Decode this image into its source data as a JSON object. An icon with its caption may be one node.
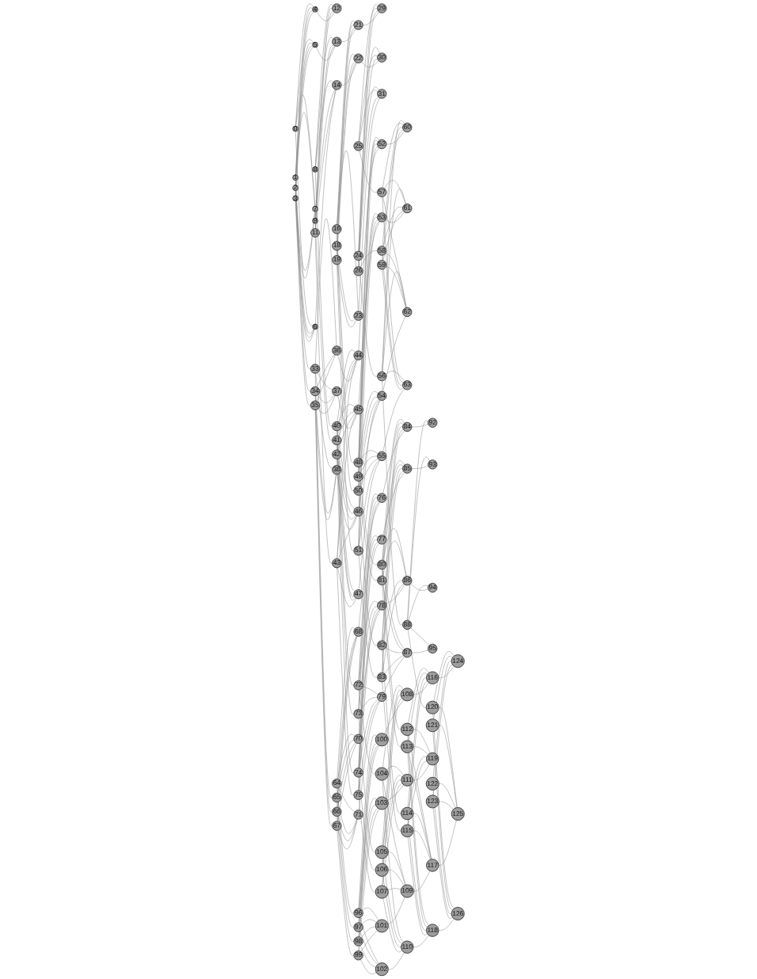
{
  "diagram": {
    "nodes": [
      {
        "text": [
          "0"
        ]
      },
      {
        "text": [
          "1"
        ]
      },
      {
        "text": [
          "2"
        ]
      },
      {
        "text": [
          "3"
        ]
      },
      {
        "text": [
          "4"
        ]
      },
      {
        "text": [
          "5"
        ]
      },
      {
        "text": [
          "6"
        ]
      },
      {
        "text": [
          "7"
        ]
      },
      {
        "text": [
          "8"
        ]
      },
      {
        "text": [
          "9"
        ]
      },
      {
        "text": [
          "11"
        ]
      },
      {
        "text": [
          "12"
        ]
      },
      {
        "text": [
          "13"
        ]
      },
      {
        "text": [
          "14"
        ]
      },
      {
        "text": [
          "16"
        ]
      },
      {
        "text": [
          "18"
        ]
      },
      {
        "text": [
          "19"
        ]
      },
      {
        "text": [
          "21"
        ]
      },
      {
        "text": [
          "22"
        ]
      },
      {
        "text": [
          "23"
        ]
      },
      {
        "text": [
          "24"
        ]
      },
      {
        "text": [
          "25"
        ]
      },
      {
        "text": [
          "26"
        ]
      },
      {
        "text": [
          "29"
        ]
      },
      {
        "text": [
          "30"
        ]
      },
      {
        "text": [
          "31"
        ]
      },
      {
        "text": [
          "33"
        ]
      },
      {
        "text": [
          "34"
        ]
      },
      {
        "text": [
          "35"
        ]
      },
      {
        "text": [
          "36"
        ]
      },
      {
        "text": [
          "37"
        ]
      },
      {
        "text": [
          "38"
        ]
      },
      {
        "text": [
          "40"
        ]
      },
      {
        "text": [
          "41"
        ]
      },
      {
        "text": [
          "42"
        ]
      },
      {
        "text": [
          "43"
        ]
      },
      {
        "text": [
          "44"
        ]
      },
      {
        "text": [
          "45"
        ]
      },
      {
        "text": [
          "46"
        ]
      },
      {
        "text": [
          "47"
        ]
      },
      {
        "text": [
          "48"
        ]
      },
      {
        "text": [
          "49"
        ]
      },
      {
        "text": [
          "50"
        ]
      },
      {
        "text": [
          "51"
        ]
      },
      {
        "text": [
          "52"
        ]
      },
      {
        "text": [
          "53"
        ]
      },
      {
        "text": [
          "54"
        ]
      },
      {
        "text": [
          "55"
        ]
      },
      {
        "text": [
          "56"
        ]
      },
      {
        "text": [
          "57"
        ]
      },
      {
        "text": [
          "58"
        ]
      },
      {
        "text": [
          "59"
        ]
      },
      {
        "text": [
          "60"
        ]
      },
      {
        "text": [
          "61"
        ]
      },
      {
        "text": [
          "62"
        ]
      },
      {
        "text": [
          "63"
        ]
      },
      {
        "text": [
          "64"
        ]
      },
      {
        "text": [
          "65"
        ]
      },
      {
        "text": [
          "66"
        ]
      },
      {
        "text": [
          "67"
        ]
      },
      {
        "text": [
          "68"
        ]
      },
      {
        "text": [
          "70"
        ]
      },
      {
        "text": [
          "71"
        ]
      },
      {
        "text": [
          "72"
        ]
      },
      {
        "text": [
          "73"
        ]
      },
      {
        "text": [
          "74"
        ]
      },
      {
        "text": [
          "75"
        ]
      },
      {
        "text": [
          "76"
        ]
      },
      {
        "text": [
          "77"
        ]
      },
      {
        "text": [
          "78"
        ]
      },
      {
        "text": [
          "79"
        ]
      },
      {
        "text": [
          "80"
        ]
      },
      {
        "text": [
          "81"
        ]
      },
      {
        "text": [
          "82"
        ]
      },
      {
        "text": [
          "83"
        ]
      },
      {
        "text": [
          "84"
        ]
      },
      {
        "text": [
          "85"
        ]
      },
      {
        "text": [
          "86"
        ]
      },
      {
        "text": [
          "87"
        ]
      },
      {
        "text": [
          "88"
        ]
      },
      {
        "text": [
          "92"
        ]
      },
      {
        "text": [
          "93"
        ]
      },
      {
        "text": [
          "94"
        ]
      },
      {
        "text": [
          "95"
        ]
      },
      {
        "text": [
          "96"
        ]
      },
      {
        "text": [
          "97"
        ]
      },
      {
        "text": [
          "98"
        ]
      },
      {
        "text": [
          "99"
        ]
      },
      {
        "text": [
          "100"
        ]
      },
      {
        "text": [
          "101"
        ]
      },
      {
        "text": [
          "102"
        ]
      },
      {
        "text": [
          "103"
        ]
      },
      {
        "text": [
          "104"
        ]
      },
      {
        "text": [
          "105"
        ]
      },
      {
        "text": [
          "106"
        ]
      },
      {
        "text": [
          "107"
        ]
      },
      {
        "text": [
          "108"
        ]
      },
      {
        "text": [
          "109"
        ]
      },
      {
        "text": [
          "110"
        ]
      },
      {
        "text": [
          "111"
        ]
      },
      {
        "text": [
          "112"
        ]
      },
      {
        "text": [
          "113"
        ]
      },
      {
        "text": [
          "114"
        ]
      },
      {
        "text": [
          "115"
        ]
      },
      {
        "text": [
          "116"
        ]
      },
      {
        "text": [
          "117"
        ]
      },
      {
        "text": [
          "118"
        ]
      },
      {
        "text": [
          "119"
        ]
      },
      {
        "text": [
          "120"
        ]
      },
      {
        "text": [
          "121"
        ]
      },
      {
        "text": [
          "122"
        ]
      },
      {
        "text": [
          "123"
        ]
      },
      {
        "text": [
          "124"
        ]
      },
      {
        "text": [
          "125"
        ]
      },
      {
        "text": [
          "126"
        ]
      }
    ],
    "edges": [
      {
        "from": 0,
        "to": 4,
        "arrow": "none"
      },
      {
        "from": 0,
        "to": 5,
        "arrow": "none"
      },
      {
        "from": 0,
        "to": 6,
        "arrow": "none"
      },
      {
        "from": 0,
        "to": 7,
        "arrow": "none"
      },
      {
        "from": 1,
        "to": 4,
        "arrow": "none"
      },
      {
        "from": 1,
        "to": 5,
        "arrow": "none"
      },
      {
        "from": 1,
        "to": 6,
        "arrow": "none"
      },
      {
        "from": 1,
        "to": 7,
        "arrow": "none"
      },
      {
        "from": 2,
        "to": 4,
        "arrow": "none"
      },
      {
        "from": 2,
        "to": 5,
        "arrow": "none"
      },
      {
        "from": 2,
        "to": 6,
        "arrow": "none"
      },
      {
        "from": 2,
        "to": 7,
        "arrow": "none"
      },
      {
        "from": 3,
        "to": 4,
        "arrow": "none"
      },
      {
        "from": 3,
        "to": 5,
        "arrow": "none"
      },
      {
        "from": 3,
        "to": 6,
        "arrow": "none"
      },
      {
        "from": 3,
        "to": 7,
        "arrow": "none"
      },
      {
        "from": 8,
        "to": 11,
        "arrow": "none"
      },
      {
        "from": 8,
        "to": 12,
        "arrow": "none"
      },
      {
        "from": 8,
        "to": 13,
        "arrow": "none"
      },
      {
        "from": 9,
        "to": 11,
        "arrow": "none"
      },
      {
        "from": 9,
        "to": 12,
        "arrow": "none"
      },
      {
        "from": 9,
        "to": 13,
        "arrow": "none"
      },
      {
        "from": 10,
        "to": 11,
        "arrow": "none"
      },
      {
        "from": 10,
        "to": 12,
        "arrow": "none"
      },
      {
        "from": 10,
        "to": 13,
        "arrow": "none"
      },
      {
        "from": 14,
        "to": 17,
        "arrow": "none"
      },
      {
        "from": 14,
        "to": 18,
        "arrow": "none"
      },
      {
        "from": 14,
        "to": 19,
        "arrow": "none"
      },
      {
        "from": 15,
        "to": 17,
        "arrow": "none"
      },
      {
        "from": 15,
        "to": 18,
        "arrow": "none"
      },
      {
        "from": 15,
        "to": 19,
        "arrow": "none"
      },
      {
        "from": 16,
        "to": 17,
        "arrow": "none"
      },
      {
        "from": 16,
        "to": 18,
        "arrow": "none"
      },
      {
        "from": 16,
        "to": 19,
        "arrow": "none"
      },
      {
        "from": 20,
        "to": 23,
        "arrow": "none"
      },
      {
        "from": 20,
        "to": 24,
        "arrow": "none"
      },
      {
        "from": 20,
        "to": 25,
        "arrow": "none"
      },
      {
        "from": 21,
        "to": 23,
        "arrow": "none"
      },
      {
        "from": 21,
        "to": 24,
        "arrow": "none"
      },
      {
        "from": 21,
        "to": 25,
        "arrow": "none"
      },
      {
        "from": 22,
        "to": 23,
        "arrow": "none"
      },
      {
        "from": 22,
        "to": 24,
        "arrow": "none"
      },
      {
        "from": 22,
        "to": 25,
        "arrow": "none"
      },
      {
        "from": 26,
        "to": 29,
        "arrow": "none"
      },
      {
        "from": 26,
        "to": 30,
        "arrow": "none"
      },
      {
        "from": 26,
        "to": 31,
        "arrow": "none"
      },
      {
        "from": 27,
        "to": 29,
        "arrow": "none"
      },
      {
        "from": 27,
        "to": 30,
        "arrow": "none"
      },
      {
        "from": 27,
        "to": 31,
        "arrow": "none"
      },
      {
        "from": 28,
        "to": 29,
        "arrow": "none"
      },
      {
        "from": 28,
        "to": 30,
        "arrow": "none"
      },
      {
        "from": 28,
        "to": 31,
        "arrow": "none"
      },
      {
        "from": 32,
        "to": 36,
        "arrow": "none"
      },
      {
        "from": 32,
        "to": 37,
        "arrow": "none"
      },
      {
        "from": 32,
        "to": 38,
        "arrow": "none"
      },
      {
        "from": 32,
        "to": 39,
        "arrow": "none"
      },
      {
        "from": 33,
        "to": 36,
        "arrow": "none"
      },
      {
        "from": 33,
        "to": 37,
        "arrow": "none"
      },
      {
        "from": 33,
        "to": 38,
        "arrow": "none"
      },
      {
        "from": 33,
        "to": 39,
        "arrow": "none"
      },
      {
        "from": 34,
        "to": 36,
        "arrow": "none"
      },
      {
        "from": 34,
        "to": 37,
        "arrow": "none"
      },
      {
        "from": 34,
        "to": 38,
        "arrow": "none"
      },
      {
        "from": 34,
        "to": 39,
        "arrow": "none"
      },
      {
        "from": 35,
        "to": 36,
        "arrow": "none"
      },
      {
        "from": 35,
        "to": 37,
        "arrow": "none"
      },
      {
        "from": 35,
        "to": 38,
        "arrow": "none"
      },
      {
        "from": 35,
        "to": 39,
        "arrow": "none"
      },
      {
        "from": 40,
        "to": 44,
        "arrow": "none"
      },
      {
        "from": 40,
        "to": 45,
        "arrow": "none"
      },
      {
        "from": 40,
        "to": 46,
        "arrow": "none"
      },
      {
        "from": 40,
        "to": 47,
        "arrow": "none"
      },
      {
        "from": 41,
        "to": 44,
        "arrow": "none"
      },
      {
        "from": 41,
        "to": 45,
        "arrow": "none"
      },
      {
        "from": 41,
        "to": 46,
        "arrow": "none"
      },
      {
        "from": 41,
        "to": 47,
        "arrow": "none"
      },
      {
        "from": 42,
        "to": 44,
        "arrow": "none"
      },
      {
        "from": 42,
        "to": 45,
        "arrow": "none"
      },
      {
        "from": 42,
        "to": 46,
        "arrow": "none"
      },
      {
        "from": 42,
        "to": 47,
        "arrow": "none"
      },
      {
        "from": 43,
        "to": 44,
        "arrow": "none"
      },
      {
        "from": 43,
        "to": 45,
        "arrow": "none"
      },
      {
        "from": 43,
        "to": 46,
        "arrow": "none"
      },
      {
        "from": 43,
        "to": 47,
        "arrow": "none"
      },
      {
        "from": 48,
        "to": 52,
        "arrow": "none"
      },
      {
        "from": 48,
        "to": 53,
        "arrow": "none"
      },
      {
        "from": 48,
        "to": 54,
        "arrow": "none"
      },
      {
        "from": 48,
        "to": 55,
        "arrow": "none"
      },
      {
        "from": 49,
        "to": 52,
        "arrow": "none"
      },
      {
        "from": 49,
        "to": 53,
        "arrow": "none"
      },
      {
        "from": 49,
        "to": 54,
        "arrow": "none"
      },
      {
        "from": 49,
        "to": 55,
        "arrow": "none"
      },
      {
        "from": 50,
        "to": 52,
        "arrow": "none"
      },
      {
        "from": 50,
        "to": 53,
        "arrow": "none"
      },
      {
        "from": 50,
        "to": 54,
        "arrow": "none"
      },
      {
        "from": 50,
        "to": 55,
        "arrow": "none"
      },
      {
        "from": 51,
        "to": 52,
        "arrow": "none"
      },
      {
        "from": 51,
        "to": 53,
        "arrow": "none"
      },
      {
        "from": 51,
        "to": 54,
        "arrow": "none"
      },
      {
        "from": 51,
        "to": 55,
        "arrow": "none"
      },
      {
        "from": 56,
        "to": 60,
        "arrow": "none"
      },
      {
        "from": 56,
        "to": 61,
        "arrow": "none"
      },
      {
        "from": 56,
        "to": 62,
        "arrow": "none"
      },
      {
        "from": 57,
        "to": 60,
        "arrow": "none"
      },
      {
        "from": 57,
        "to": 61,
        "arrow": "none"
      },
      {
        "from": 57,
        "to": 62,
        "arrow": "none"
      },
      {
        "from": 58,
        "to": 60,
        "arrow": "none"
      },
      {
        "from": 58,
        "to": 61,
        "arrow": "none"
      },
      {
        "from": 58,
        "to": 62,
        "arrow": "none"
      },
      {
        "from": 59,
        "to": 60,
        "arrow": "none"
      },
      {
        "from": 59,
        "to": 61,
        "arrow": "none"
      },
      {
        "from": 59,
        "to": 62,
        "arrow": "none"
      },
      {
        "from": 63,
        "to": 67,
        "arrow": "none"
      },
      {
        "from": 63,
        "to": 68,
        "arrow": "none"
      },
      {
        "from": 63,
        "to": 69,
        "arrow": "none"
      },
      {
        "from": 63,
        "to": 70,
        "arrow": "none"
      },
      {
        "from": 64,
        "to": 67,
        "arrow": "none"
      },
      {
        "from": 64,
        "to": 68,
        "arrow": "none"
      },
      {
        "from": 64,
        "to": 69,
        "arrow": "none"
      },
      {
        "from": 64,
        "to": 70,
        "arrow": "none"
      },
      {
        "from": 65,
        "to": 67,
        "arrow": "none"
      },
      {
        "from": 65,
        "to": 68,
        "arrow": "none"
      },
      {
        "from": 65,
        "to": 69,
        "arrow": "none"
      },
      {
        "from": 65,
        "to": 70,
        "arrow": "none"
      },
      {
        "from": 66,
        "to": 67,
        "arrow": "none"
      },
      {
        "from": 66,
        "to": 68,
        "arrow": "none"
      },
      {
        "from": 66,
        "to": 69,
        "arrow": "none"
      },
      {
        "from": 66,
        "to": 70,
        "arrow": "none"
      },
      {
        "from": 71,
        "to": 75,
        "arrow": "none"
      },
      {
        "from": 71,
        "to": 76,
        "arrow": "none"
      },
      {
        "from": 71,
        "to": 77,
        "arrow": "none"
      },
      {
        "from": 71,
        "to": 78,
        "arrow": "none"
      },
      {
        "from": 72,
        "to": 75,
        "arrow": "none"
      },
      {
        "from": 72,
        "to": 76,
        "arrow": "none"
      },
      {
        "from": 72,
        "to": 77,
        "arrow": "none"
      },
      {
        "from": 72,
        "to": 78,
        "arrow": "none"
      },
      {
        "from": 73,
        "to": 75,
        "arrow": "none"
      },
      {
        "from": 73,
        "to": 76,
        "arrow": "none"
      },
      {
        "from": 73,
        "to": 77,
        "arrow": "none"
      },
      {
        "from": 73,
        "to": 78,
        "arrow": "none"
      },
      {
        "from": 74,
        "to": 75,
        "arrow": "none"
      },
      {
        "from": 74,
        "to": 76,
        "arrow": "none"
      },
      {
        "from": 74,
        "to": 77,
        "arrow": "none"
      },
      {
        "from": 74,
        "to": 78,
        "arrow": "none"
      },
      {
        "from": 79,
        "to": 80,
        "arrow": "none"
      },
      {
        "from": 79,
        "to": 81,
        "arrow": "none"
      },
      {
        "from": 79,
        "to": 82,
        "arrow": "none"
      },
      {
        "from": 79,
        "to": 83,
        "arrow": "none"
      },
      {
        "from": 84,
        "to": 88,
        "arrow": "none"
      },
      {
        "from": 84,
        "to": 89,
        "arrow": "none"
      },
      {
        "from": 84,
        "to": 90,
        "arrow": "none"
      },
      {
        "from": 84,
        "to": 91,
        "arrow": "none"
      },
      {
        "from": 85,
        "to": 88,
        "arrow": "none"
      },
      {
        "from": 85,
        "to": 89,
        "arrow": "none"
      },
      {
        "from": 85,
        "to": 90,
        "arrow": "none"
      },
      {
        "from": 85,
        "to": 91,
        "arrow": "none"
      },
      {
        "from": 86,
        "to": 88,
        "arrow": "none"
      },
      {
        "from": 86,
        "to": 89,
        "arrow": "none"
      },
      {
        "from": 86,
        "to": 90,
        "arrow": "none"
      },
      {
        "from": 86,
        "to": 91,
        "arrow": "none"
      },
      {
        "from": 87,
        "to": 88,
        "arrow": "none"
      },
      {
        "from": 87,
        "to": 89,
        "arrow": "none"
      },
      {
        "from": 87,
        "to": 90,
        "arrow": "none"
      },
      {
        "from": 87,
        "to": 91,
        "arrow": "none"
      },
      {
        "from": 92,
        "to": 96,
        "arrow": "none"
      },
      {
        "from": 92,
        "to": 97,
        "arrow": "none"
      },
      {
        "from": 92,
        "to": 98,
        "arrow": "none"
      },
      {
        "from": 92,
        "to": 99,
        "arrow": "none"
      },
      {
        "from": 93,
        "to": 96,
        "arrow": "none"
      },
      {
        "from": 93,
        "to": 97,
        "arrow": "none"
      },
      {
        "from": 93,
        "to": 98,
        "arrow": "none"
      },
      {
        "from": 93,
        "to": 99,
        "arrow": "none"
      },
      {
        "from": 94,
        "to": 96,
        "arrow": "none"
      },
      {
        "from": 94,
        "to": 97,
        "arrow": "none"
      },
      {
        "from": 94,
        "to": 98,
        "arrow": "none"
      },
      {
        "from": 94,
        "to": 99,
        "arrow": "none"
      },
      {
        "from": 95,
        "to": 96,
        "arrow": "none"
      },
      {
        "from": 95,
        "to": 97,
        "arrow": "none"
      },
      {
        "from": 95,
        "to": 98,
        "arrow": "none"
      },
      {
        "from": 95,
        "to": 99,
        "arrow": "none"
      },
      {
        "from": 100,
        "to": 104,
        "arrow": "none"
      },
      {
        "from": 100,
        "to": 105,
        "arrow": "none"
      },
      {
        "from": 100,
        "to": 106,
        "arrow": "none"
      },
      {
        "from": 100,
        "to": 107,
        "arrow": "none"
      },
      {
        "from": 101,
        "to": 104,
        "arrow": "none"
      },
      {
        "from": 101,
        "to": 105,
        "arrow": "none"
      },
      {
        "from": 101,
        "to": 106,
        "arrow": "none"
      },
      {
        "from": 101,
        "to": 107,
        "arrow": "none"
      },
      {
        "from": 102,
        "to": 104,
        "arrow": "none"
      },
      {
        "from": 102,
        "to": 105,
        "arrow": "none"
      },
      {
        "from": 102,
        "to": 106,
        "arrow": "none"
      },
      {
        "from": 102,
        "to": 107,
        "arrow": "none"
      },
      {
        "from": 103,
        "to": 104,
        "arrow": "none"
      },
      {
        "from": 103,
        "to": 105,
        "arrow": "none"
      },
      {
        "from": 103,
        "to": 106,
        "arrow": "none"
      },
      {
        "from": 103,
        "to": 107,
        "arrow": "none"
      },
      {
        "from": 108,
        "to": 112,
        "arrow": "none"
      },
      {
        "from": 108,
        "to": 113,
        "arrow": "none"
      },
      {
        "from": 108,
        "to": 114,
        "arrow": "none"
      },
      {
        "from": 109,
        "to": 112,
        "arrow": "none"
      },
      {
        "from": 109,
        "to": 113,
        "arrow": "none"
      },
      {
        "from": 109,
        "to": 114,
        "arrow": "none"
      },
      {
        "from": 110,
        "to": 112,
        "arrow": "none"
      },
      {
        "from": 110,
        "to": 113,
        "arrow": "none"
      },
      {
        "from": 110,
        "to": 114,
        "arrow": "none"
      },
      {
        "from": 111,
        "to": 112,
        "arrow": "none"
      },
      {
        "from": 111,
        "to": 113,
        "arrow": "none"
      },
      {
        "from": 111,
        "to": 114,
        "arrow": "none"
      },
      {
        "from": 4,
        "to": 11,
        "arrow": "none"
      },
      {
        "from": 5,
        "to": 12,
        "arrow": "none"
      },
      {
        "from": 6,
        "to": 13,
        "arrow": "none"
      },
      {
        "from": 12,
        "to": 17,
        "arrow": "none"
      },
      {
        "from": 13,
        "to": 18,
        "arrow": "none"
      },
      {
        "from": 17,
        "to": 23,
        "arrow": "none"
      },
      {
        "from": 18,
        "to": 24,
        "arrow": "none"
      },
      {
        "from": 19,
        "to": 25,
        "arrow": "none"
      },
      {
        "from": 29,
        "to": 36,
        "arrow": "none"
      },
      {
        "from": 30,
        "to": 37,
        "arrow": "none"
      },
      {
        "from": 31,
        "to": 38,
        "arrow": "none"
      },
      {
        "from": 36,
        "to": 44,
        "arrow": "none"
      },
      {
        "from": 37,
        "to": 45,
        "arrow": "none"
      },
      {
        "from": 38,
        "to": 46,
        "arrow": "none"
      },
      {
        "from": 39,
        "to": 47,
        "arrow": "none"
      },
      {
        "from": 44,
        "to": 52,
        "arrow": "none"
      },
      {
        "from": 45,
        "to": 53,
        "arrow": "none"
      },
      {
        "from": 46,
        "to": 54,
        "arrow": "none"
      },
      {
        "from": 47,
        "to": 55,
        "arrow": "none"
      },
      {
        "from": 60,
        "to": 67,
        "arrow": "none"
      },
      {
        "from": 61,
        "to": 69,
        "arrow": "none"
      },
      {
        "from": 62,
        "to": 70,
        "arrow": "none"
      },
      {
        "from": 67,
        "to": 75,
        "arrow": "none"
      },
      {
        "from": 68,
        "to": 76,
        "arrow": "none"
      },
      {
        "from": 69,
        "to": 77,
        "arrow": "none"
      },
      {
        "from": 70,
        "to": 78,
        "arrow": "none"
      },
      {
        "from": 75,
        "to": 80,
        "arrow": "none"
      },
      {
        "from": 76,
        "to": 81,
        "arrow": "none"
      },
      {
        "from": 77,
        "to": 82,
        "arrow": "none"
      },
      {
        "from": 78,
        "to": 83,
        "arrow": "none"
      },
      {
        "from": 88,
        "to": 96,
        "arrow": "none"
      },
      {
        "from": 89,
        "to": 97,
        "arrow": "none"
      },
      {
        "from": 90,
        "to": 98,
        "arrow": "none"
      },
      {
        "from": 91,
        "to": 99,
        "arrow": "none"
      },
      {
        "from": 96,
        "to": 104,
        "arrow": "none"
      },
      {
        "from": 97,
        "to": 105,
        "arrow": "none"
      },
      {
        "from": 98,
        "to": 106,
        "arrow": "none"
      },
      {
        "from": 99,
        "to": 107,
        "arrow": "none"
      },
      {
        "from": 104,
        "to": 112,
        "arrow": "none"
      },
      {
        "from": 105,
        "to": 113,
        "arrow": "none"
      },
      {
        "from": 106,
        "to": 114,
        "arrow": "none"
      },
      {
        "from": 1,
        "to": 26,
        "arrow": "none"
      },
      {
        "from": 2,
        "to": 27,
        "arrow": "none"
      },
      {
        "from": 3,
        "to": 28,
        "arrow": "none"
      },
      {
        "from": 26,
        "to": 57,
        "arrow": "none"
      },
      {
        "from": 27,
        "to": 58,
        "arrow": "none"
      },
      {
        "from": 28,
        "to": 59,
        "arrow": "none"
      },
      {
        "from": 56,
        "to": 84,
        "arrow": "none"
      },
      {
        "from": 57,
        "to": 85,
        "arrow": "none"
      },
      {
        "from": 58,
        "to": 86,
        "arrow": "none"
      },
      {
        "from": 59,
        "to": 87,
        "arrow": "none"
      },
      {
        "from": 8,
        "to": 32,
        "arrow": "none"
      },
      {
        "from": 9,
        "to": 33,
        "arrow": "none"
      },
      {
        "from": 10,
        "to": 35,
        "arrow": "none"
      },
      {
        "from": 32,
        "to": 63,
        "arrow": "none"
      },
      {
        "from": 33,
        "to": 64,
        "arrow": "none"
      },
      {
        "from": 34,
        "to": 65,
        "arrow": "none"
      },
      {
        "from": 35,
        "to": 66,
        "arrow": "none"
      },
      {
        "from": 63,
        "to": 92,
        "arrow": "none"
      },
      {
        "from": 64,
        "to": 93,
        "arrow": "none"
      },
      {
        "from": 65,
        "to": 94,
        "arrow": "none"
      },
      {
        "from": 66,
        "to": 95,
        "arrow": "none"
      },
      {
        "from": 14,
        "to": 40,
        "arrow": "none"
      },
      {
        "from": 15,
        "to": 42,
        "arrow": "none"
      },
      {
        "from": 16,
        "to": 43,
        "arrow": "none"
      },
      {
        "from": 40,
        "to": 71,
        "arrow": "none"
      },
      {
        "from": 41,
        "to": 72,
        "arrow": "none"
      },
      {
        "from": 42,
        "to": 73,
        "arrow": "none"
      },
      {
        "from": 43,
        "to": 74,
        "arrow": "none"
      },
      {
        "from": 71,
        "to": 100,
        "arrow": "none"
      },
      {
        "from": 72,
        "to": 101,
        "arrow": "none"
      },
      {
        "from": 73,
        "to": 102,
        "arrow": "none"
      },
      {
        "from": 74,
        "to": 103,
        "arrow": "none"
      },
      {
        "from": 20,
        "to": 48,
        "arrow": "none"
      },
      {
        "from": 21,
        "to": 49,
        "arrow": "none"
      },
      {
        "from": 22,
        "to": 50,
        "arrow": "none"
      },
      {
        "from": 48,
        "to": 79,
        "arrow": "none"
      },
      {
        "from": 79,
        "to": 108,
        "arrow": "none"
      }
    ]
  }
}
